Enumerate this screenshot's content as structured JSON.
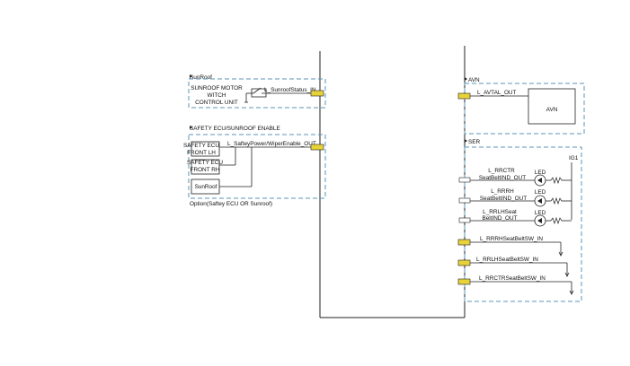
{
  "colors": {
    "line": "#222222",
    "dash": "#5a96b8",
    "connector_fill": "#e8d23a",
    "connector_stroke": "#222222"
  },
  "left": {
    "sunroof": {
      "title": "SunRoof",
      "unit_line1": "SUNROOF MOTOR",
      "unit_line2": "WITCH",
      "unit_line3": "CONTROL UNIT",
      "signal": "L_SunroofStatus_IN"
    },
    "safety": {
      "title": "SAFETY ECU/SUNROOF ENABLE",
      "ecu_lh_line1": "SAFETY ECU",
      "ecu_lh_line2": "FRONT LH",
      "ecu_rh_line1": "SAFETY ECU",
      "ecu_rh_line2": "FRONT RH",
      "sunroof_box": "SunRoof",
      "signal": "L_SafteyPower/WiperEnable_OUT",
      "option_note": "Option(Saftey ECU OR Sunroof)"
    }
  },
  "right": {
    "avn": {
      "title": "AVN",
      "signal": "L_AVTAL_OUT",
      "box_label": "AVN"
    },
    "ser": {
      "title": "SER",
      "ig_label": "IG1",
      "indicators": [
        {
          "line1": "L_RRCTR",
          "line2": "SeatBeltIND_OUT",
          "led": "LED"
        },
        {
          "line1": "L_RRRH",
          "line2": "SeatBeltIND_OUT",
          "led": "LED"
        },
        {
          "line1": "L_RRLHSeat",
          "line2": "BeltIND_OUT",
          "led": "LED"
        }
      ],
      "switches": [
        {
          "label": "L_RRRHSeatBeltSW_IN"
        },
        {
          "label": "L_RRLHSeatBeltSW_IN"
        },
        {
          "label": "L_RRCTRSeatBeltSW_IN"
        }
      ]
    }
  }
}
